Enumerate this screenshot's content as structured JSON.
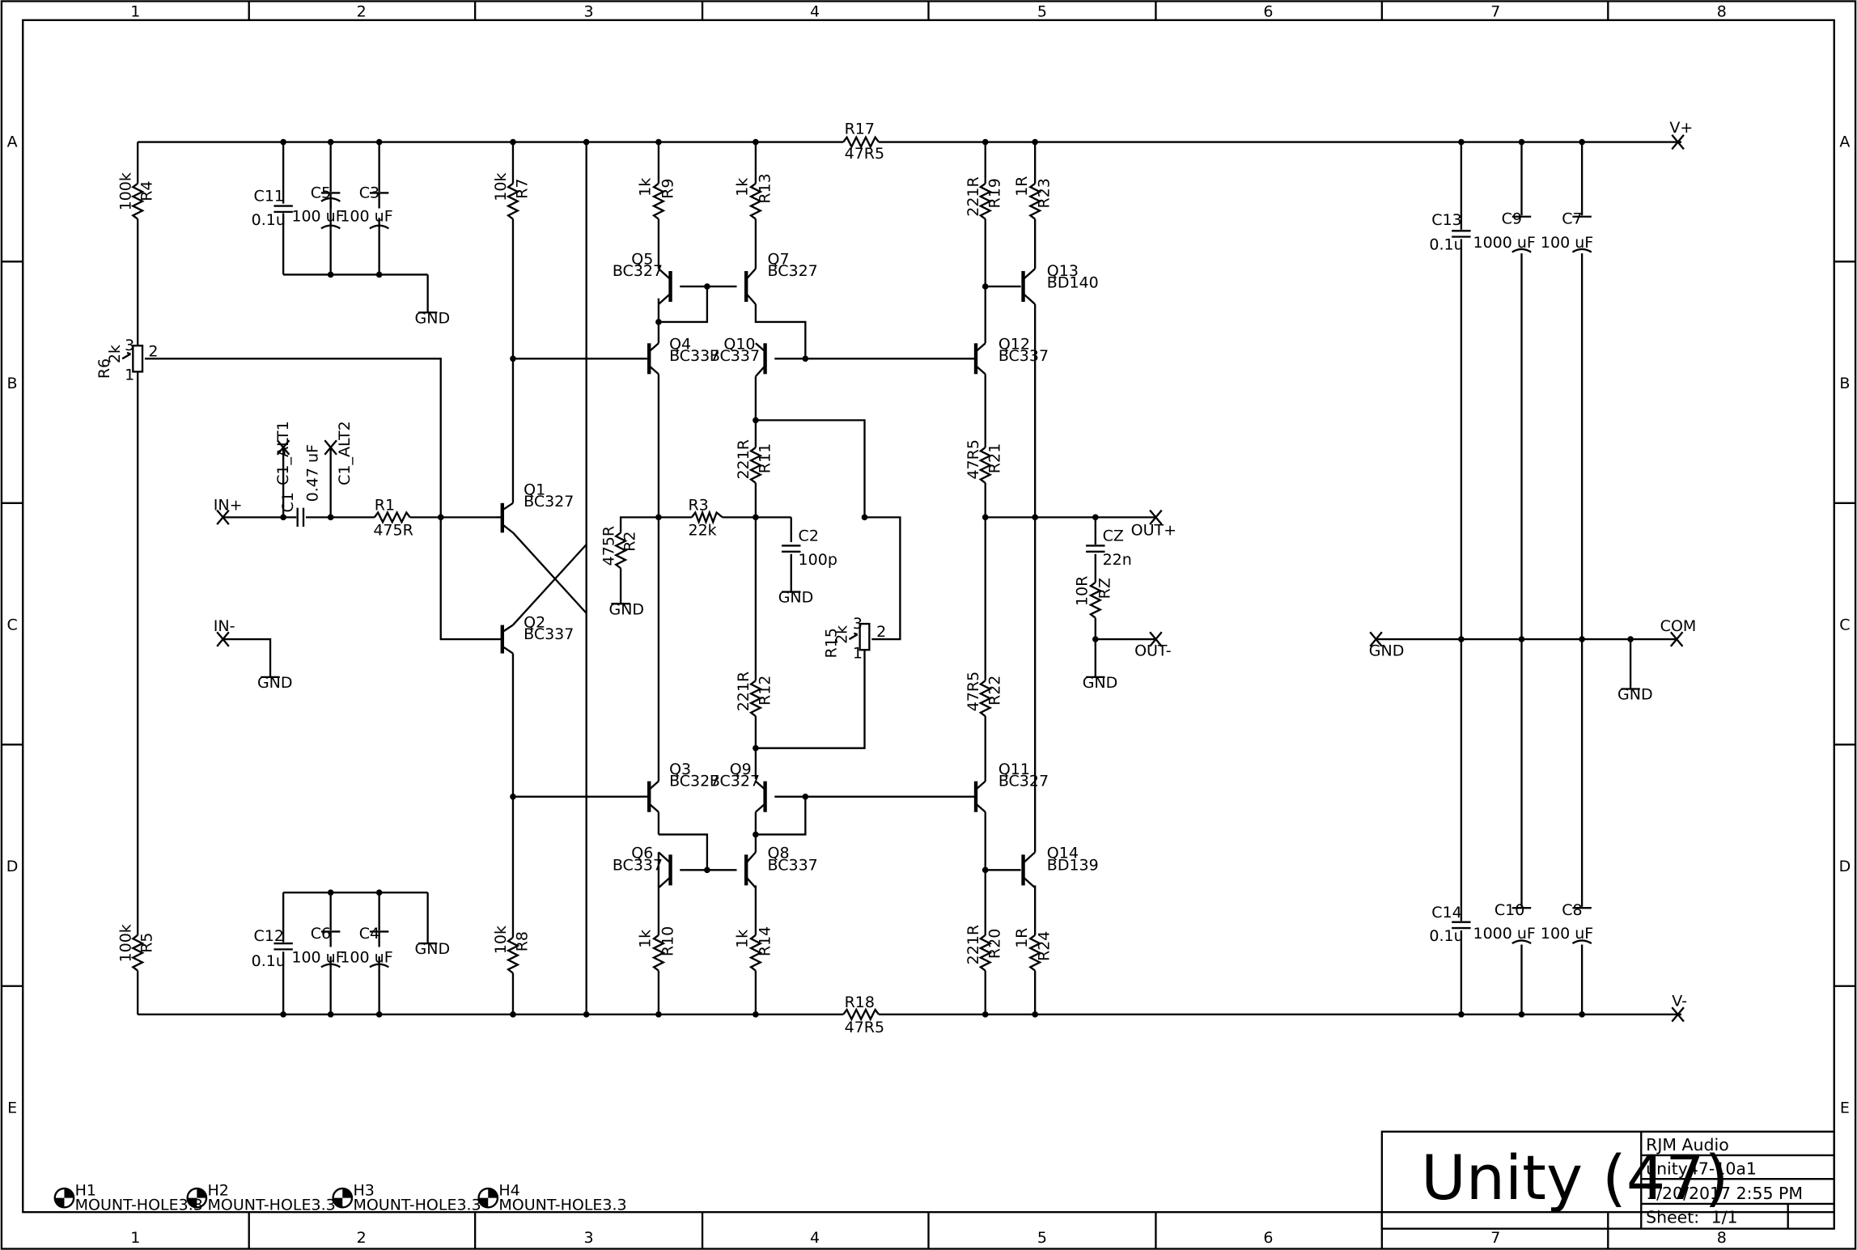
{
  "columns": [
    "1",
    "2",
    "3",
    "4",
    "5",
    "6",
    "7",
    "8"
  ],
  "rows": [
    "A",
    "B",
    "C",
    "D",
    "E"
  ],
  "rails": {
    "vplus": "V+",
    "vminus": "V-",
    "com": "COM"
  },
  "ports": {
    "in_plus": "IN+",
    "in_minus": "IN-",
    "out_plus": "OUT+",
    "out_minus": "OUT-"
  },
  "ground": "GND",
  "resistors": {
    "r1": {
      "ref": "R1",
      "value": "475R"
    },
    "r2": {
      "ref": "R2",
      "value": "475R"
    },
    "r3": {
      "ref": "R3",
      "value": "22k"
    },
    "r4": {
      "ref": "R4",
      "value": "100k"
    },
    "r5": {
      "ref": "R5",
      "value": "100k"
    },
    "r7": {
      "ref": "R7",
      "value": "10k"
    },
    "r8": {
      "ref": "R8",
      "value": "10k"
    },
    "r9": {
      "ref": "R9",
      "value": "1k"
    },
    "r10": {
      "ref": "R10",
      "value": "1k"
    },
    "r11": {
      "ref": "R11",
      "value": "221R"
    },
    "r12": {
      "ref": "R12",
      "value": "221R"
    },
    "r13": {
      "ref": "R13",
      "value": "1k"
    },
    "r14": {
      "ref": "R14",
      "value": "1k"
    },
    "r17": {
      "ref": "R17",
      "value": "47R5"
    },
    "r18": {
      "ref": "R18",
      "value": "47R5"
    },
    "r19": {
      "ref": "R19",
      "value": "221R"
    },
    "r20": {
      "ref": "R20",
      "value": "221R"
    },
    "r21": {
      "ref": "R21",
      "value": "47R5"
    },
    "r22": {
      "ref": "R22",
      "value": "47R5"
    },
    "r23": {
      "ref": "R23",
      "value": "1R"
    },
    "r24": {
      "ref": "R24",
      "value": "1R"
    },
    "rz": {
      "ref": "RZ",
      "value": "10R"
    }
  },
  "pots": {
    "r6": {
      "ref": "R6",
      "value": "2k",
      "pin1": "1",
      "pin2": "2",
      "pin3": "3"
    },
    "r15": {
      "ref": "R15",
      "value": "2k",
      "pin1": "1",
      "pin2": "2",
      "pin3": "3"
    }
  },
  "capacitors": {
    "c1": {
      "ref": "C1",
      "value": "0.47 uF"
    },
    "c1_alt1": {
      "ref": "C1_ALT1"
    },
    "c1_alt2": {
      "ref": "C1_ALT2"
    },
    "c2": {
      "ref": "C2",
      "value": "100p"
    },
    "c3": {
      "ref": "C3",
      "value": "100 uF"
    },
    "c4": {
      "ref": "C4",
      "value": "100 uF"
    },
    "c5": {
      "ref": "C5",
      "value": "100 uF"
    },
    "c6": {
      "ref": "C6",
      "value": "100 uF"
    },
    "c7": {
      "ref": "C7",
      "value": "100 uF"
    },
    "c8": {
      "ref": "C8",
      "value": "100 uF"
    },
    "c9": {
      "ref": "C9",
      "value": "1000 uF"
    },
    "c10": {
      "ref": "C10",
      "value": "1000 uF"
    },
    "c11": {
      "ref": "C11",
      "value": "0.1u"
    },
    "c12": {
      "ref": "C12",
      "value": "0.1u"
    },
    "c13": {
      "ref": "C13",
      "value": "0.1u"
    },
    "c14": {
      "ref": "C14",
      "value": "0.1u"
    },
    "cz": {
      "ref": "CZ",
      "value": "22n"
    }
  },
  "transistors": {
    "q1": {
      "ref": "Q1",
      "value": "BC327"
    },
    "q2": {
      "ref": "Q2",
      "value": "BC337"
    },
    "q3": {
      "ref": "Q3",
      "value": "BC327"
    },
    "q4": {
      "ref": "Q4",
      "value": "BC337"
    },
    "q5": {
      "ref": "Q5",
      "value": "BC327"
    },
    "q6": {
      "ref": "Q6",
      "value": "BC337"
    },
    "q7": {
      "ref": "Q7",
      "value": "BC327"
    },
    "q8": {
      "ref": "Q8",
      "value": "BC337"
    },
    "q9": {
      "ref": "Q9",
      "value": "BC327"
    },
    "q10": {
      "ref": "Q10",
      "value": "BC337"
    },
    "q11": {
      "ref": "Q11",
      "value": "BC327"
    },
    "q12": {
      "ref": "Q12",
      "value": "BC337"
    },
    "q13": {
      "ref": "Q13",
      "value": "BD140"
    },
    "q14": {
      "ref": "Q14",
      "value": "BD139"
    }
  },
  "mount_holes": [
    {
      "ref": "H1",
      "value": "MOUNT-HOLE3.3"
    },
    {
      "ref": "H2",
      "value": "MOUNT-HOLE3.3"
    },
    {
      "ref": "H3",
      "value": "MOUNT-HOLE3.3"
    },
    {
      "ref": "H4",
      "value": "MOUNT-HOLE3.3"
    }
  ],
  "title_block": {
    "title": "Unity (47)",
    "company": "RJM Audio",
    "filename": "unity47-10a1",
    "date": "1/20/2017 2:55 PM",
    "sheet_label": "Sheet:",
    "sheet_value": "1/1"
  }
}
